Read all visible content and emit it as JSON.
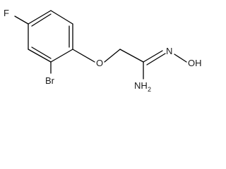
{
  "diagram": {
    "type": "chemical-structure",
    "atoms": {
      "fluorine": "F",
      "bromine": "Br",
      "ether_oxygen": "O",
      "amine_n": "NH",
      "amine_sub": "2",
      "imine_n": "N",
      "hydroxyl": "OH"
    }
  }
}
